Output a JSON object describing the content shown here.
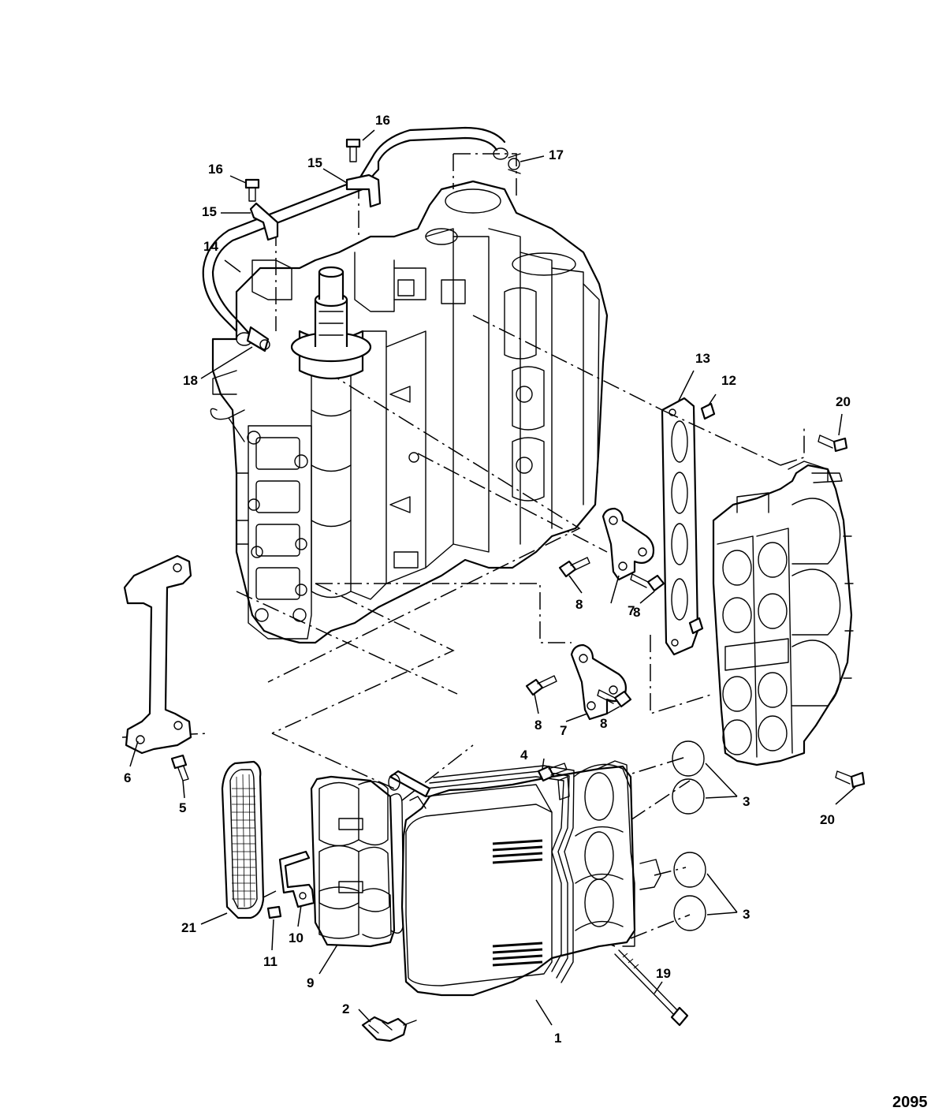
{
  "diagram": {
    "figure_number": "2095",
    "callouts": [
      {
        "id": "c1",
        "label": "1"
      },
      {
        "id": "c2",
        "label": "2"
      },
      {
        "id": "c3a",
        "label": "3"
      },
      {
        "id": "c3b",
        "label": "3"
      },
      {
        "id": "c4",
        "label": "4"
      },
      {
        "id": "c5",
        "label": "5"
      },
      {
        "id": "c6",
        "label": "6"
      },
      {
        "id": "c7a",
        "label": "7"
      },
      {
        "id": "c7b",
        "label": "7"
      },
      {
        "id": "c8a",
        "label": "8"
      },
      {
        "id": "c8b",
        "label": "8"
      },
      {
        "id": "c8c",
        "label": "8"
      },
      {
        "id": "c8d",
        "label": "8"
      },
      {
        "id": "c9",
        "label": "9"
      },
      {
        "id": "c10",
        "label": "10"
      },
      {
        "id": "c11",
        "label": "11"
      },
      {
        "id": "c12",
        "label": "12"
      },
      {
        "id": "c13",
        "label": "13"
      },
      {
        "id": "c14",
        "label": "14"
      },
      {
        "id": "c15a",
        "label": "15"
      },
      {
        "id": "c15b",
        "label": "15"
      },
      {
        "id": "c16a",
        "label": "16"
      },
      {
        "id": "c16b",
        "label": "16"
      },
      {
        "id": "c17",
        "label": "17"
      },
      {
        "id": "c18",
        "label": "18"
      },
      {
        "id": "c19",
        "label": "19"
      },
      {
        "id": "c20a",
        "label": "20"
      },
      {
        "id": "c20b",
        "label": "20"
      },
      {
        "id": "c21",
        "label": "21"
      }
    ]
  }
}
